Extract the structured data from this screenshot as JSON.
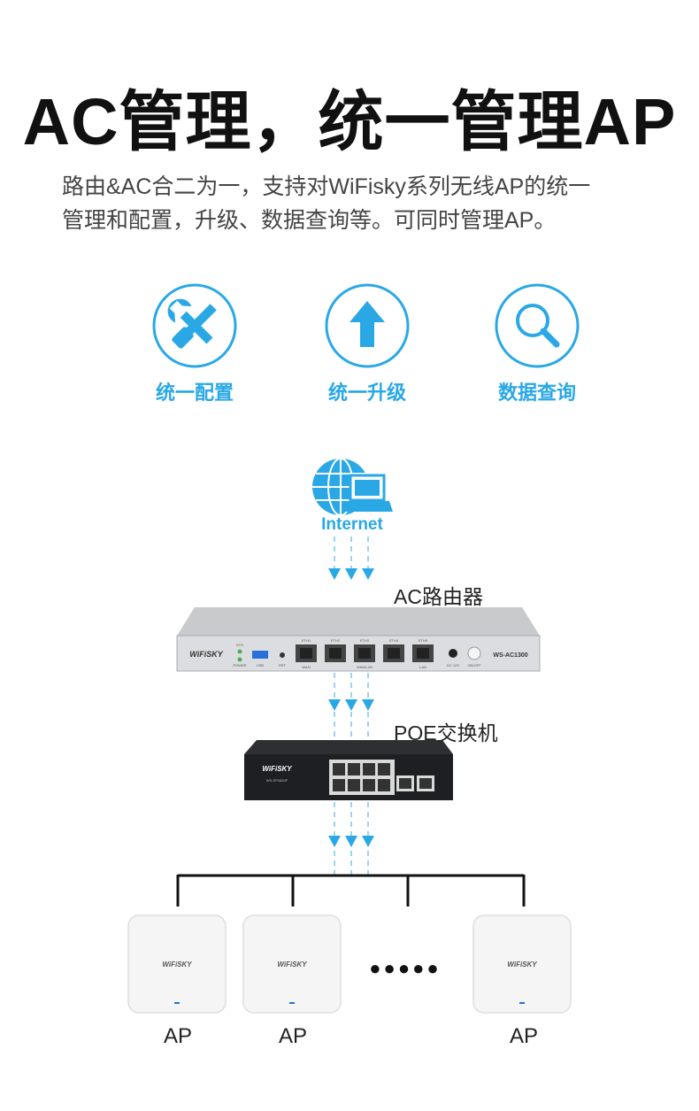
{
  "title": "AC管理，统一管理AP",
  "description": {
    "line1": "路由&AC合二为一，支持对WiFisky系列无线AP的统一",
    "line2": "管理和配置，升级、数据查询等。可同时管理AP。"
  },
  "features": [
    {
      "label": "统一配置",
      "icon": "wrench-screwdriver-icon"
    },
    {
      "label": "统一升级",
      "icon": "up-arrow-icon"
    },
    {
      "label": "数据查询",
      "icon": "magnifier-icon"
    }
  ],
  "topology": {
    "internet_label": "Internet",
    "router_label": "AC路由器",
    "switch_label": "POE交换机",
    "router": {
      "brand": "WiFiSKY",
      "model": "WS-AC1300",
      "led_labels": [
        "SYS",
        "POWER"
      ],
      "usb_label": "USB",
      "rst_label": "RST",
      "port_labels": [
        "ETH1",
        "ETH2",
        "ETH3",
        "ETH4",
        "ETH5"
      ],
      "port_sublabels": [
        "WAN",
        "WAN/LAN",
        "LAN"
      ],
      "dc_label": "DC 12V",
      "power_label": "ON/OFF"
    },
    "switch": {
      "brand": "WiFiSKY",
      "model": "WS-SF0820P"
    },
    "ap_brand": "WiFiSKY",
    "ellipsis": "●●●●●",
    "aps": [
      "AP",
      "AP",
      "AP"
    ]
  },
  "colors": {
    "accent": "#2aa8e6",
    "title": "#111111",
    "text": "#444444"
  }
}
